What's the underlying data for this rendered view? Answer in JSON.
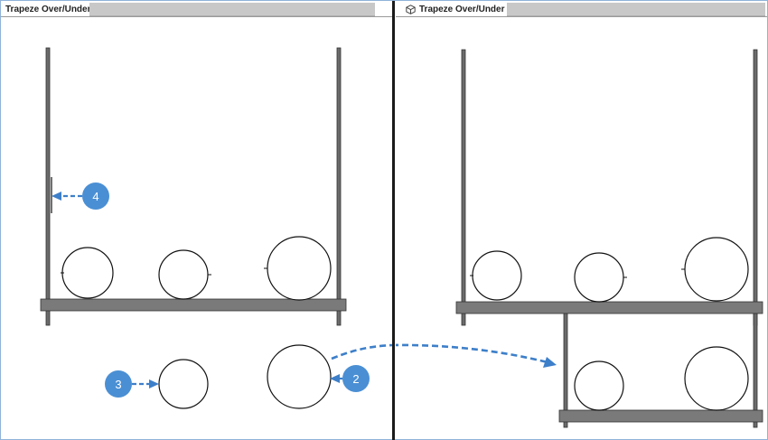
{
  "views": {
    "left": {
      "tab_title": "Trapeze Over/Under",
      "close_glyph": "✕"
    },
    "right": {
      "tab_title": "Trapeze Over/Under",
      "close_glyph": "✕",
      "icon": "3d-view-icon"
    }
  },
  "callouts": [
    {
      "number": "4"
    },
    {
      "number": "3"
    },
    {
      "number": "2"
    }
  ],
  "colors": {
    "callout_fill": "#4a8fd4",
    "arrow": "#3d7fc9",
    "hanger": "#6b6b6b",
    "trapeze_bar": "#7a7a7a",
    "pane_divider": "#1a1a1a"
  }
}
